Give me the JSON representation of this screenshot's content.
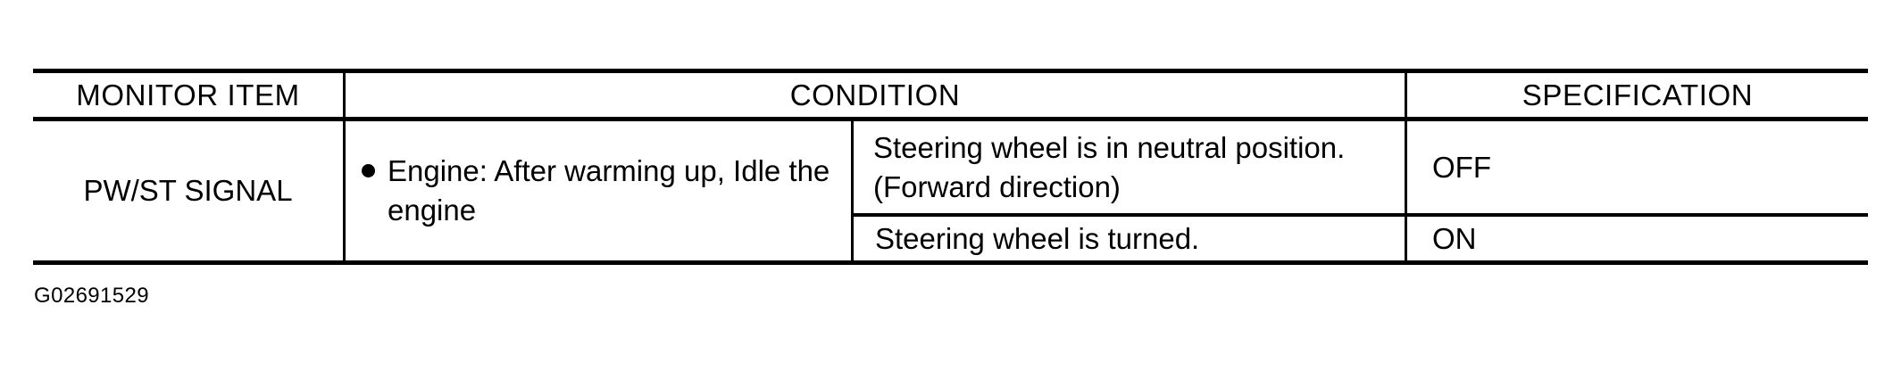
{
  "document": {
    "type": "service-manual-data-table",
    "figure_code": "G02691529"
  },
  "table": {
    "headers": {
      "monitor_item": "MONITOR ITEM",
      "condition": "CONDITION",
      "specification": "SPECIFICATION"
    },
    "rows": [
      {
        "monitor_item": "PW/ST SIGNAL",
        "engine_condition_bullet": "●",
        "engine_condition": "Engine: After warming up, Idle the engine",
        "sub_rows": [
          {
            "condition": "Steering wheel is in neutral position. (Forward direction)",
            "condition_line1": "Steering wheel is in neutral position.",
            "condition_line2": "(Forward direction)",
            "specification": "OFF"
          },
          {
            "condition": "Steering wheel is turned.",
            "condition_line1": "Steering wheel is turned.",
            "specification": "ON"
          }
        ]
      }
    ]
  },
  "colors": {
    "rule": "#000000",
    "text": "#000000",
    "background": "#ffffff"
  }
}
